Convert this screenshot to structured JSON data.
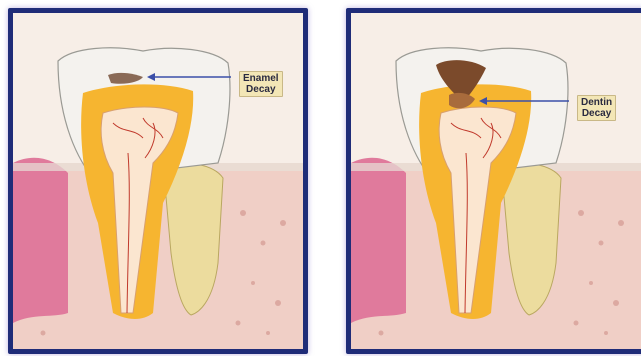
{
  "panels": [
    {
      "id": "enamel",
      "label_line1": "Enamel",
      "label_line2": "Decay"
    },
    {
      "id": "dentin",
      "label_line1": "Dentin",
      "label_line2": "Decay"
    }
  ],
  "colors": {
    "frame": "#1f2c78",
    "enamel": "#f4f2ee",
    "dentin": "#f6b530",
    "pulp": "#fbe6d0",
    "nerves": "#c0392b",
    "gum": "#e07a9c",
    "bone": "#f2d2cc",
    "decay": "#7b4a2b",
    "callout_bg": "#f3e6b6",
    "arrow": "#3b4fa8"
  }
}
